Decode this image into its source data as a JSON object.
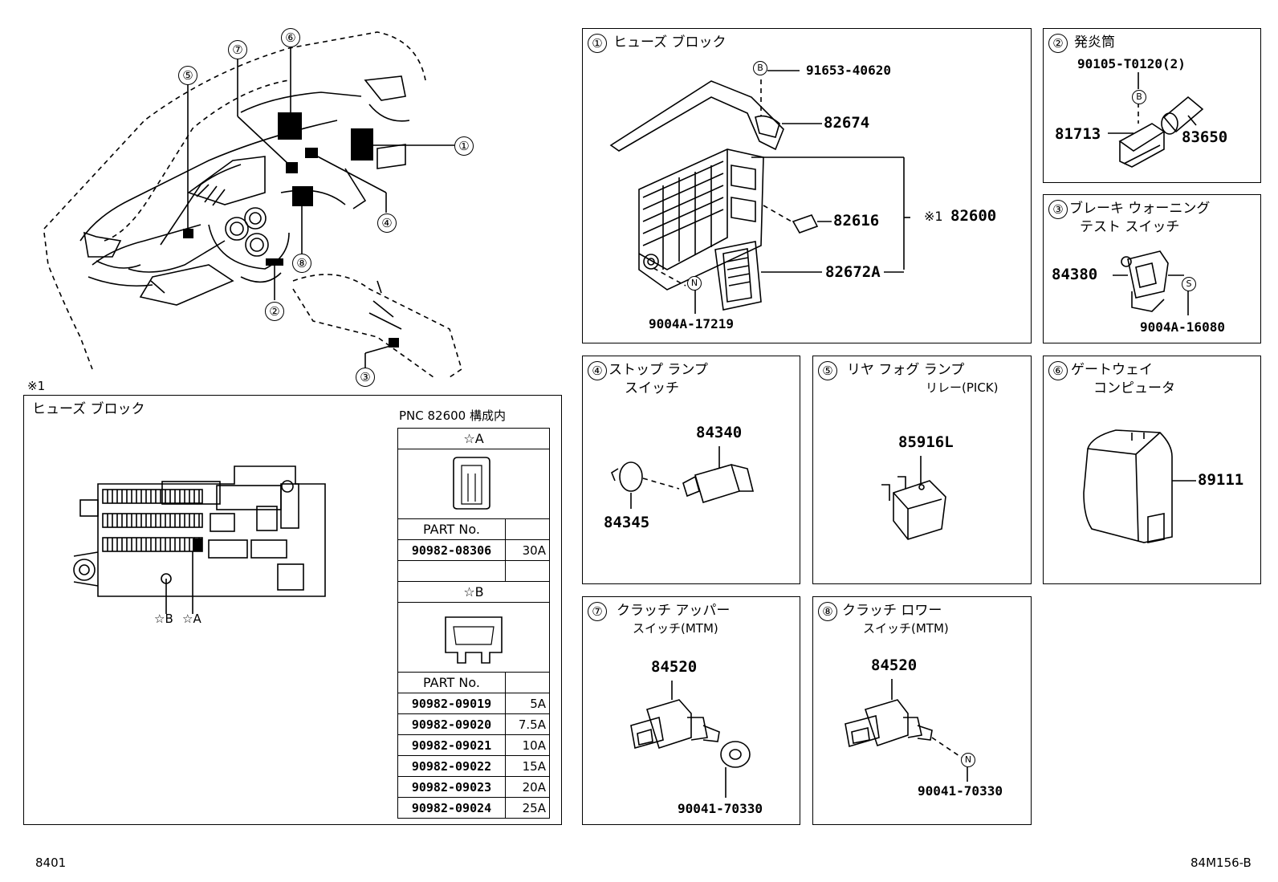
{
  "overview": {
    "callouts": [
      "①",
      "②",
      "③",
      "④",
      "⑤",
      "⑥",
      "⑦",
      "⑧"
    ],
    "note_mark": "※1"
  },
  "fuse_block_detail": {
    "title": "ヒューズ ブロック",
    "star_b": "☆B",
    "star_a": "☆A",
    "table_caption": "PNC 82600 構成内",
    "group_a": {
      "header": "☆A",
      "part_header": "PART No.",
      "rows": [
        {
          "part": "90982-08306",
          "rating": "30A"
        },
        {
          "part": "",
          "rating": ""
        }
      ]
    },
    "group_b": {
      "header": "☆B",
      "part_header": "PART No.",
      "rows": [
        {
          "part": "90982-09019",
          "rating": "5A"
        },
        {
          "part": "90982-09020",
          "rating": "7.5A"
        },
        {
          "part": "90982-09021",
          "rating": "10A"
        },
        {
          "part": "90982-09022",
          "rating": "15A"
        },
        {
          "part": "90982-09023",
          "rating": "20A"
        },
        {
          "part": "90982-09024",
          "rating": "25A"
        }
      ]
    }
  },
  "panels": {
    "p1": {
      "num": "①",
      "title": "ヒューズ ブロック",
      "b_mark": "B",
      "n_mark": "N",
      "note": "※1",
      "parts": {
        "bolt": "91653-40620",
        "cover": "82674",
        "relay": "82616",
        "block": "82600",
        "junction": "82672A",
        "nut": "9004A-17219"
      }
    },
    "p2": {
      "num": "②",
      "title": "発炎筒",
      "b_mark": "B",
      "parts": {
        "screw": "90105-T0120(2)",
        "bracket": "81713",
        "flare": "83650"
      }
    },
    "p3": {
      "num": "③",
      "title_line1": "ブレーキ ウォーニング",
      "title_line2": "テスト スイッチ",
      "s_mark": "S",
      "parts": {
        "switch": "84380",
        "screw": "9004A-16080"
      }
    },
    "p4": {
      "num": "④",
      "title_line1": "ストップ ランプ",
      "title_line2": "スイッチ",
      "parts": {
        "switch": "84340",
        "cushion": "84345"
      }
    },
    "p5": {
      "num": "⑤",
      "title_line1": "リヤ フォグ ランプ",
      "title_line2": "リレー(PICK)",
      "parts": {
        "relay": "85916L"
      }
    },
    "p6": {
      "num": "⑥",
      "title_line1": "ゲートウェイ",
      "title_line2": "コンピュータ",
      "parts": {
        "computer": "89111"
      }
    },
    "p7": {
      "num": "⑦",
      "title_line1": "クラッチ アッパー",
      "title_line2": "スイッチ(MTM)",
      "parts": {
        "switch": "84520",
        "nut": "90041-70330"
      }
    },
    "p8": {
      "num": "⑧",
      "title_line1": "クラッチ ロワー",
      "title_line2": "スイッチ(MTM)",
      "n_mark": "N",
      "parts": {
        "switch": "84520",
        "nut": "90041-70330"
      }
    }
  },
  "footer": {
    "left": "8401",
    "right": "84M156-B"
  }
}
